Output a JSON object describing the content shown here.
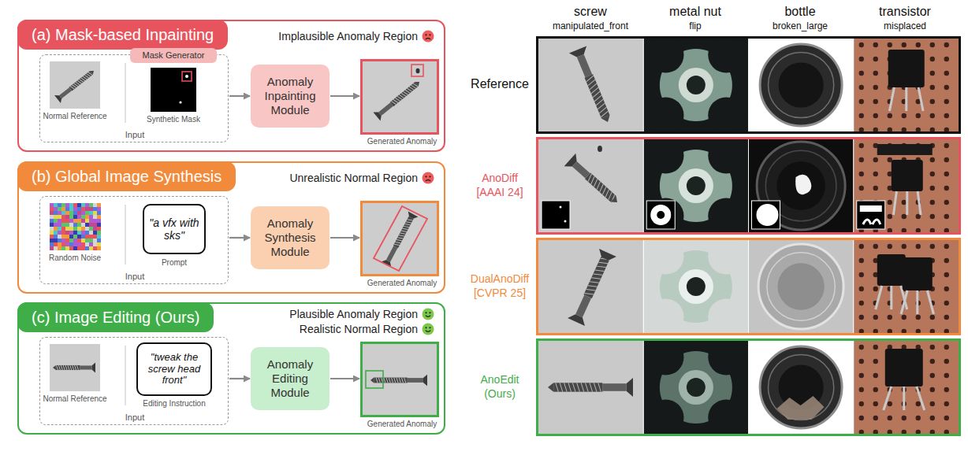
{
  "diagram": {
    "nodes": [
      {
        "text": [
          "(a) Mask-based Inpainting",
          "Implausible Anomaly Region"
        ]
      },
      {
        "text": [
          "Normal Reference",
          "Synthetic Mask",
          "Input"
        ],
        "in": 0
      },
      {
        "text": [
          "Mask Generator"
        ],
        "in": 1
      },
      {
        "text": [
          "Anomaly Inpainting Module"
        ],
        "in": 0
      },
      {
        "text": [
          "Generated Anomaly"
        ],
        "in": 0
      },
      {
        "text": [
          "(b) Global Image Synthesis",
          "Unrealistic Normal Region"
        ]
      },
      {
        "text": [
          "Random Noise",
          "Prompt",
          "Input"
        ],
        "in": 5
      },
      {
        "text": [
          "\"a vfx with sks\""
        ],
        "in": 6
      },
      {
        "text": [
          "Anomaly Synthesis Module"
        ],
        "in": 5
      },
      {
        "text": [
          "Generated Anomaly"
        ],
        "in": 5
      },
      {
        "text": [
          "(c) Image Editing (Ours)",
          "Plausible Anomaly Region",
          "Realistic Normal Region"
        ]
      },
      {
        "text": [
          "Normal Reference",
          "Editing Instruction",
          "Input"
        ],
        "in": 10
      },
      {
        "text": [
          "\"tweak the screw head front\""
        ],
        "in": 11
      },
      {
        "text": [
          "Anomaly Editing Module"
        ],
        "in": 10
      },
      {
        "text": [
          "Generated Anomaly"
        ],
        "in": 10
      }
    ],
    "edges": [
      {
        "from": 1,
        "to": 3,
        "arrow": "to"
      },
      {
        "from": 3,
        "to": 4,
        "arrow": "to"
      },
      {
        "from": 6,
        "to": 8,
        "arrow": "to"
      },
      {
        "from": 8,
        "to": 9,
        "arrow": "to"
      },
      {
        "from": 11,
        "to": 13,
        "arrow": "to"
      },
      {
        "from": 13,
        "to": 14,
        "arrow": "to"
      }
    ],
    "labels": [
      "screw",
      "manipulated_front",
      "metal nut",
      "flip",
      "bottle",
      "broken_large",
      "transistor",
      "misplaced",
      "Reference",
      "AnoDiff",
      "[AAAI 24]",
      "DualAnoDiff",
      "[CVPR 25]",
      "AnoEdit",
      "(Ours)"
    ]
  }
}
